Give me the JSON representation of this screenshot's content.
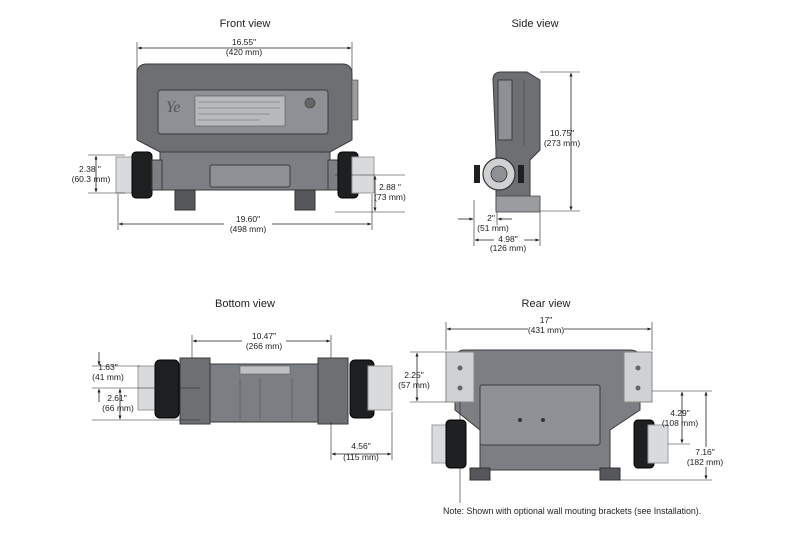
{
  "views": {
    "front": {
      "title": "Front view",
      "brand": "Ye",
      "width": {
        "in": "16.55\"",
        "mm": "(420 mm)"
      },
      "total_width": {
        "in": "19.60\"",
        "mm": "(498 mm)"
      },
      "left_height": {
        "in": "2.38 \"",
        "mm": "(60.3 mm)"
      },
      "right_height": {
        "in": "2.88 \"",
        "mm": "(73 mm)"
      }
    },
    "side": {
      "title": "Side view",
      "height": {
        "in": "10.75\"",
        "mm": "(273 mm)"
      },
      "depth_small": {
        "in": "2\"",
        "mm": "(51 mm)"
      },
      "depth": {
        "in": "4.98\"",
        "mm": "(126 mm)"
      }
    },
    "bottom": {
      "title": "Bottom view",
      "width": {
        "in": "10.47\"",
        "mm": "(266 mm)"
      },
      "top_offset": {
        "in": "1.63\"",
        "mm": "(41 mm)"
      },
      "mid_offset": {
        "in": "2.61\"",
        "mm": "(66 mm)"
      },
      "pipe_length": {
        "in": "4.56\"",
        "mm": "(115 mm)"
      }
    },
    "rear": {
      "title": "Rear view",
      "width": {
        "in": "17\"",
        "mm": "(431 mm)"
      },
      "bracket_height": {
        "in": "2.25\"",
        "mm": "(57 mm)"
      },
      "pipe_height": {
        "in": "4.29\"",
        "mm": "(108 mm)"
      },
      "total_height": {
        "in": "7.16\"",
        "mm": "(182 mm)"
      }
    }
  },
  "note": "Note: Shown with optional wall mouting brackets (see Installation)."
}
